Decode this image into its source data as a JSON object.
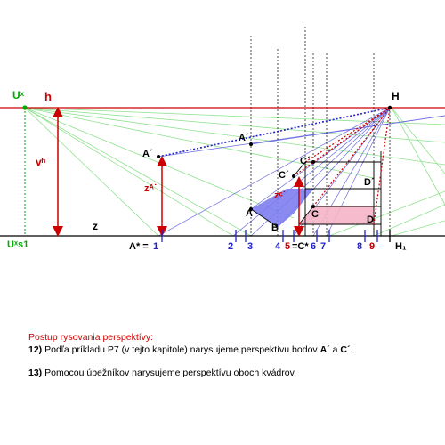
{
  "labels": {
    "ux": "Uˣ",
    "h": "h",
    "vh": "vʰ",
    "z": "z",
    "za": "zᴬ˙",
    "zc": "zᶜ˙",
    "a_dot_upper": "A´",
    "a_dot_left": "A´",
    "c_dot_upper": "C´",
    "c_dot_left": "C´",
    "d_dot": "D´",
    "a": "A",
    "b": "B",
    "c": "C",
    "d": "D",
    "h_point": "H",
    "ux_s1": "Uˣs1",
    "a_star": "A* =",
    "h1": "H₁"
  },
  "ticks": {
    "t1": "1",
    "t2": "2",
    "t3": "3",
    "t4": "4",
    "t5": "5",
    "c_star": "=C*",
    "t6": "6",
    "t7": "7",
    "t8": "8",
    "t9": "9"
  },
  "notes": {
    "heading": "Postup rysovania  perspektívy:",
    "step12_num": "12)",
    "step12_text": " Podľa príkladu  P7  (v tejto kapitole)  narysujeme  perspektívu  bodov ",
    "step12_a": "A´",
    "step12_and": " a ",
    "step12_c": "C´",
    "step12_end": ".",
    "step13_num": "13)",
    "step13_text": " Pomocou úbežníkov  narysujeme  perspektívu  oboch kvádrov."
  },
  "colors": {
    "horizon": "#cc0000",
    "ground": "#000000",
    "ux_point": "#00aa00",
    "guide": "#8ee28e",
    "blue": "#3333cc",
    "shaded_blue": "#7d7df0",
    "shaded_pink": "#f5b5c8"
  }
}
